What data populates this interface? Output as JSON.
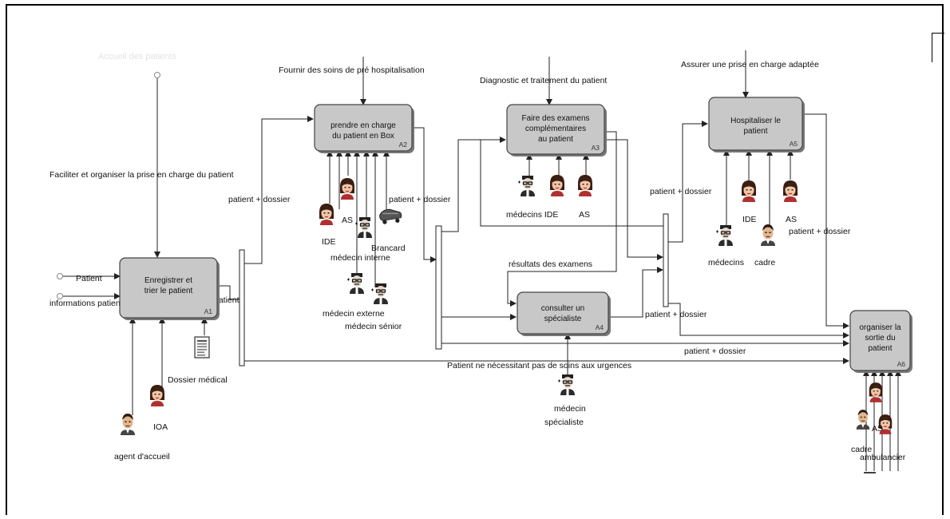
{
  "boxes": [
    {
      "lines": [
        "Enregistrer et",
        "trier le patient"
      ],
      "code": "A1"
    },
    {
      "lines": [
        "prendre en charge",
        "du patient en  Box"
      ],
      "code": "A2"
    },
    {
      "lines": [
        "Faire des examens",
        "complémentaires",
        "au patient"
      ],
      "code": "A3"
    },
    {
      "lines": [
        "consulter un",
        "spécialiste"
      ],
      "code": "A4"
    },
    {
      "lines": [
        "Hospitaliser le",
        "patient"
      ],
      "code": "A5"
    },
    {
      "lines": [
        "organiser la",
        "sortie du",
        "patient"
      ],
      "code": "A6"
    }
  ],
  "controls": {
    "top_left_faded": "Accueil des patients",
    "a1": "Faciliter et organiser  la prise en charge du patient",
    "a2": "Fournir des soins de pré hospitalisation",
    "a3": "Diagnostic et traitement du patient",
    "a5": "Assurer une prise en charge adaptée"
  },
  "inputs": {
    "patient": "Patient",
    "informations": "informations patient"
  },
  "flows": {
    "a1_out": "patient",
    "to_a2": "patient + dossier",
    "a2_out": "patient + dossier",
    "results": "résultats des examens",
    "to_a5": "patient + dossier",
    "a5_out": "patient + dossier",
    "a4_out": "patient + dossier",
    "to_a6": "patient + dossier",
    "bypass": "Patient ne nécessitant pas de soins aux urgences"
  },
  "mechanisms": {
    "a1": [
      "Dossier médical",
      "IOA",
      "agent d'accueil"
    ],
    "a2": [
      "AS",
      "IDE",
      "Brancard",
      "médecin interne",
      "médecin externe",
      "médecin sénior"
    ],
    "a3": [
      "médecins IDE",
      "AS"
    ],
    "a4": [
      "médecin",
      "spécialiste"
    ],
    "a5": [
      "IDE",
      "AS",
      "médecins",
      "cadre"
    ],
    "a6": [
      "cadre",
      "AS",
      "ambulancier"
    ]
  },
  "colors": {
    "box_fill": "#c8c8c8",
    "box_shadow": "#777777",
    "line": "#222222"
  },
  "icons": [
    "nurse-icon",
    "doctor-icon",
    "man-icon",
    "document-icon",
    "stretcher-icon"
  ]
}
